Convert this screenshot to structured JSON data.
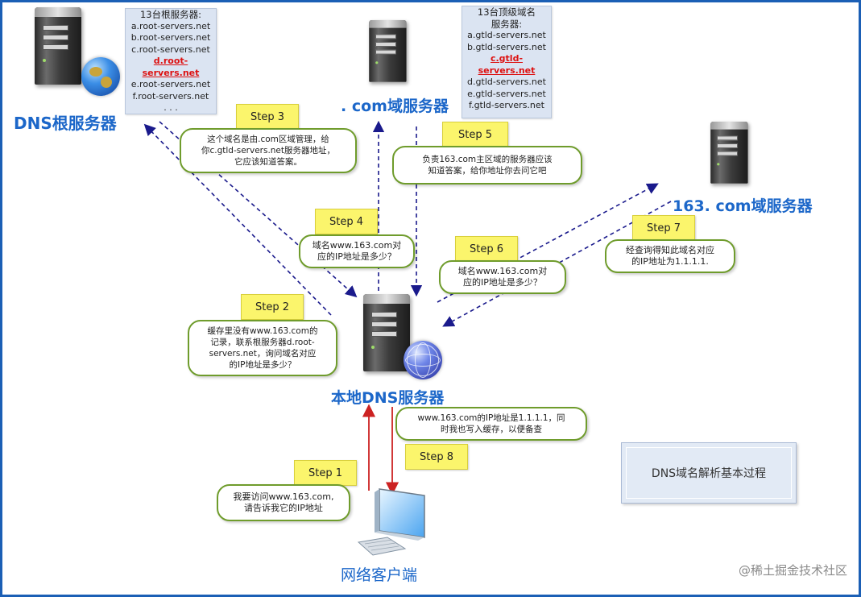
{
  "servers": {
    "root": {
      "label": "DNS根服务器",
      "list_title": "13台根服务器:",
      "list": [
        "a.root-servers.net",
        "b.root-servers.net",
        "c.root-servers.net",
        "d.root-servers.net",
        "e.root-servers.net",
        "f.root-servers.net",
        ". . ."
      ],
      "highlighted": "d.root-servers.net"
    },
    "com": {
      "label": ". com域服务器",
      "list_title_1": "13台顶级域名",
      "list_title_2": "服务器:",
      "list": [
        "a.gtld-servers.net",
        "b.gtld-servers.net",
        "c.gtld-servers.net",
        "d.gtld-servers.net",
        "e.gtld-servers.net",
        "f.gtld-servers.net"
      ],
      "highlighted": "c.gtld-servers.net"
    },
    "s163": {
      "label": "163. com域服务器"
    },
    "local": {
      "label": "本地DNS服务器"
    },
    "client": {
      "label": "网络客户端"
    }
  },
  "steps": [
    {
      "label": "Step 1",
      "text_1": "我要访问www.163.com,",
      "text_2": "请告诉我它的IP地址"
    },
    {
      "label": "Step 2",
      "text_1": "缓存里没有www.163.com的",
      "text_2": "记录，联系根服务器d.root-",
      "text_3": "servers.net，询问域名对应",
      "text_4": "的IP地址是多少？"
    },
    {
      "label": "Step 3",
      "text_1": "这个域名是由.com区域管理，给",
      "text_2": "你c.gtld-servers.net服务器地址，",
      "text_3": "它应该知道答案。"
    },
    {
      "label": "Step 4",
      "text_1": "域名www.163.com对",
      "text_2": "应的IP地址是多少？"
    },
    {
      "label": "Step 5",
      "text_1": "负责163.com主区域的服务器应该",
      "text_2": "知道答案，给你地址你去问它吧"
    },
    {
      "label": "Step 6",
      "text_1": "域名www.163.com对",
      "text_2": "应的IP地址是多少？"
    },
    {
      "label": "Step 7",
      "text_1": "经查询得知此域名对应",
      "text_2": "的IP地址为1.1.1.1."
    },
    {
      "label": "Step 8",
      "text_1": "www.163.com的IP地址是1.1.1.1，同",
      "text_2": "时我也写入缓存，以便备查"
    }
  ],
  "title": "DNS域名解析基本过程",
  "watermark": "@稀土掘金技术社区",
  "colors": {
    "frame": "#1b5fb5",
    "server_label": "#1c67c9",
    "bubble_border": "#6f9c2c",
    "step_tag": "#fbf56c",
    "arrow_blue": "#1a1a8c",
    "arrow_red": "#cc2222",
    "highlight": "#dd1111"
  }
}
